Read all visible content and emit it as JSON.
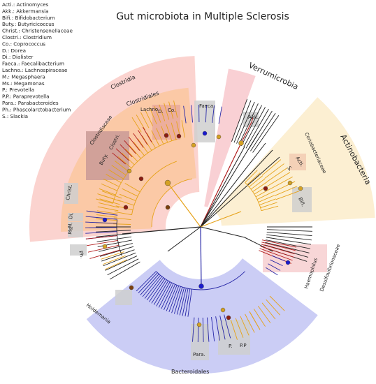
{
  "title": "Gut microbiota in Multiple Sclerosis",
  "legend": [
    "Acti.: Actinomyces",
    "Akk.: Akkermansia",
    "Bifi.: Bifidobacterium",
    "Buty.: Butyricicoccus",
    "Christ.: Christensenellaceae",
    "Clostri.: Clostridium",
    "Co.: Coprococcus",
    "D.: Dorea",
    "Di.: Dialister",
    "Faeca.: Faecalibacterium",
    "Lachno.: Lachnospiraceae",
    "M.: Megasphaera",
    "Ms.: Megamonas",
    "P.: Prevotella",
    "P.P.: Paraprevotella",
    "Para.: Parabacteroides",
    "Ph.: Phascolarctobacterium",
    "S.: Slackia"
  ],
  "clades": {
    "clostridia": "Clostridia",
    "clostridiales": "Clostridiales",
    "verrucomicrobia": "Verrumicrobia",
    "actinobacteria": "Actinobacteria",
    "coriobacteriaceae": "Coriobacteriaceae",
    "desulfovibrionaceae": "Desulfovibrionaceae",
    "bacteroidales": "Bacteroidales",
    "clostridiaceae": "Clostridiaceae",
    "haemophilus": "Haemophilus",
    "holdemania": "Holdemania"
  },
  "taxa": {
    "lachno": "Lachno.",
    "d": "D.",
    "co": "Co.",
    "faeca": "Faeca.",
    "akk": "Akk.",
    "buty": "Buty.",
    "clostri": "Clostri.",
    "christ": "Christ.",
    "acti": "Acti.",
    "s": "S.",
    "bifi": "Bifi.",
    "di": "Di.",
    "m": "M.",
    "ms": "Ms.",
    "ph": "Ph.",
    "para": "Para.",
    "p": "P.",
    "pp": "P.P"
  },
  "colors": {
    "clostridia_band": "#fbd3cf",
    "clostridiales_band": "#fbc9a6",
    "actinobacteria_band": "#fcefd2",
    "bacteroidales_band": "#cbcdf5",
    "verruco_band": "#f9d0d4",
    "firmicutes_branch": "#e6a219",
    "bacteroidetes_branch": "#2626a6",
    "enriched_red": "#b01d1d",
    "default_branch": "#222222",
    "node_gold": "#d4a123",
    "node_red": "#8a1d12",
    "node_blue": "#1a1acc",
    "node_brown": "#7a3f0d",
    "gray_box": "#cfcfcf"
  }
}
